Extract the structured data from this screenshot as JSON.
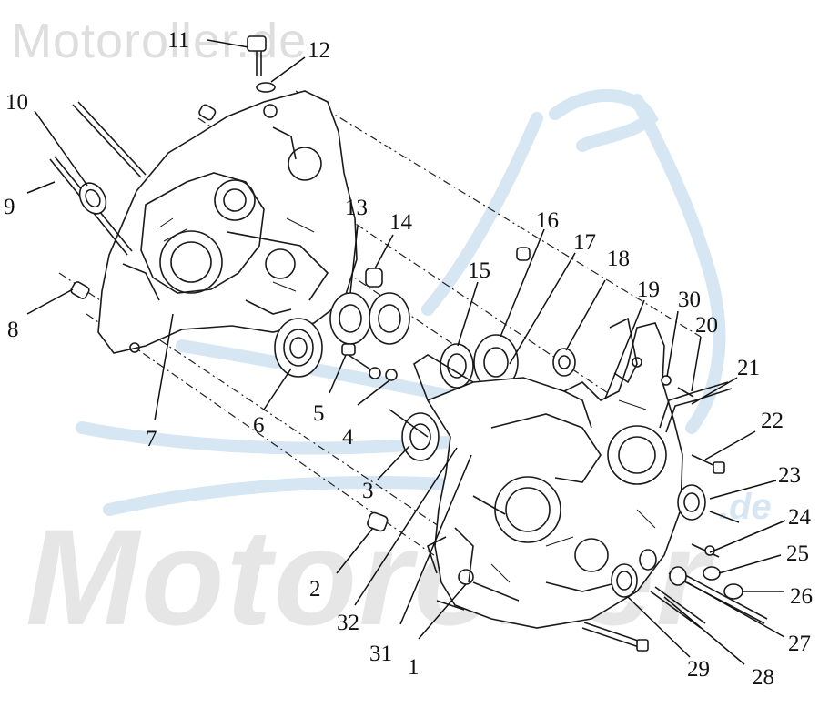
{
  "watermark": {
    "top": "Motoroller.de",
    "large": "Motoroller",
    "small": ".de",
    "logo_color": "#d7e6f3",
    "text_color": "#dddddd"
  },
  "part_numbers": {
    "p1": "1",
    "p2": "2",
    "p3": "3",
    "p4": "4",
    "p5": "5",
    "p6": "6",
    "p7": "7",
    "p8": "8",
    "p9": "9",
    "p10": "10",
    "p11": "11",
    "p12": "12",
    "p13": "13",
    "p14": "14",
    "p15": "15",
    "p16": "16",
    "p17": "17",
    "p18": "18",
    "p19": "19",
    "p20": "20",
    "p21": "21",
    "p22": "22",
    "p23": "23",
    "p24": "24",
    "p25": "25",
    "p26": "26",
    "p27": "27",
    "p28": "28",
    "p29": "29",
    "p30": "30",
    "p31": "31",
    "p32": "32"
  }
}
